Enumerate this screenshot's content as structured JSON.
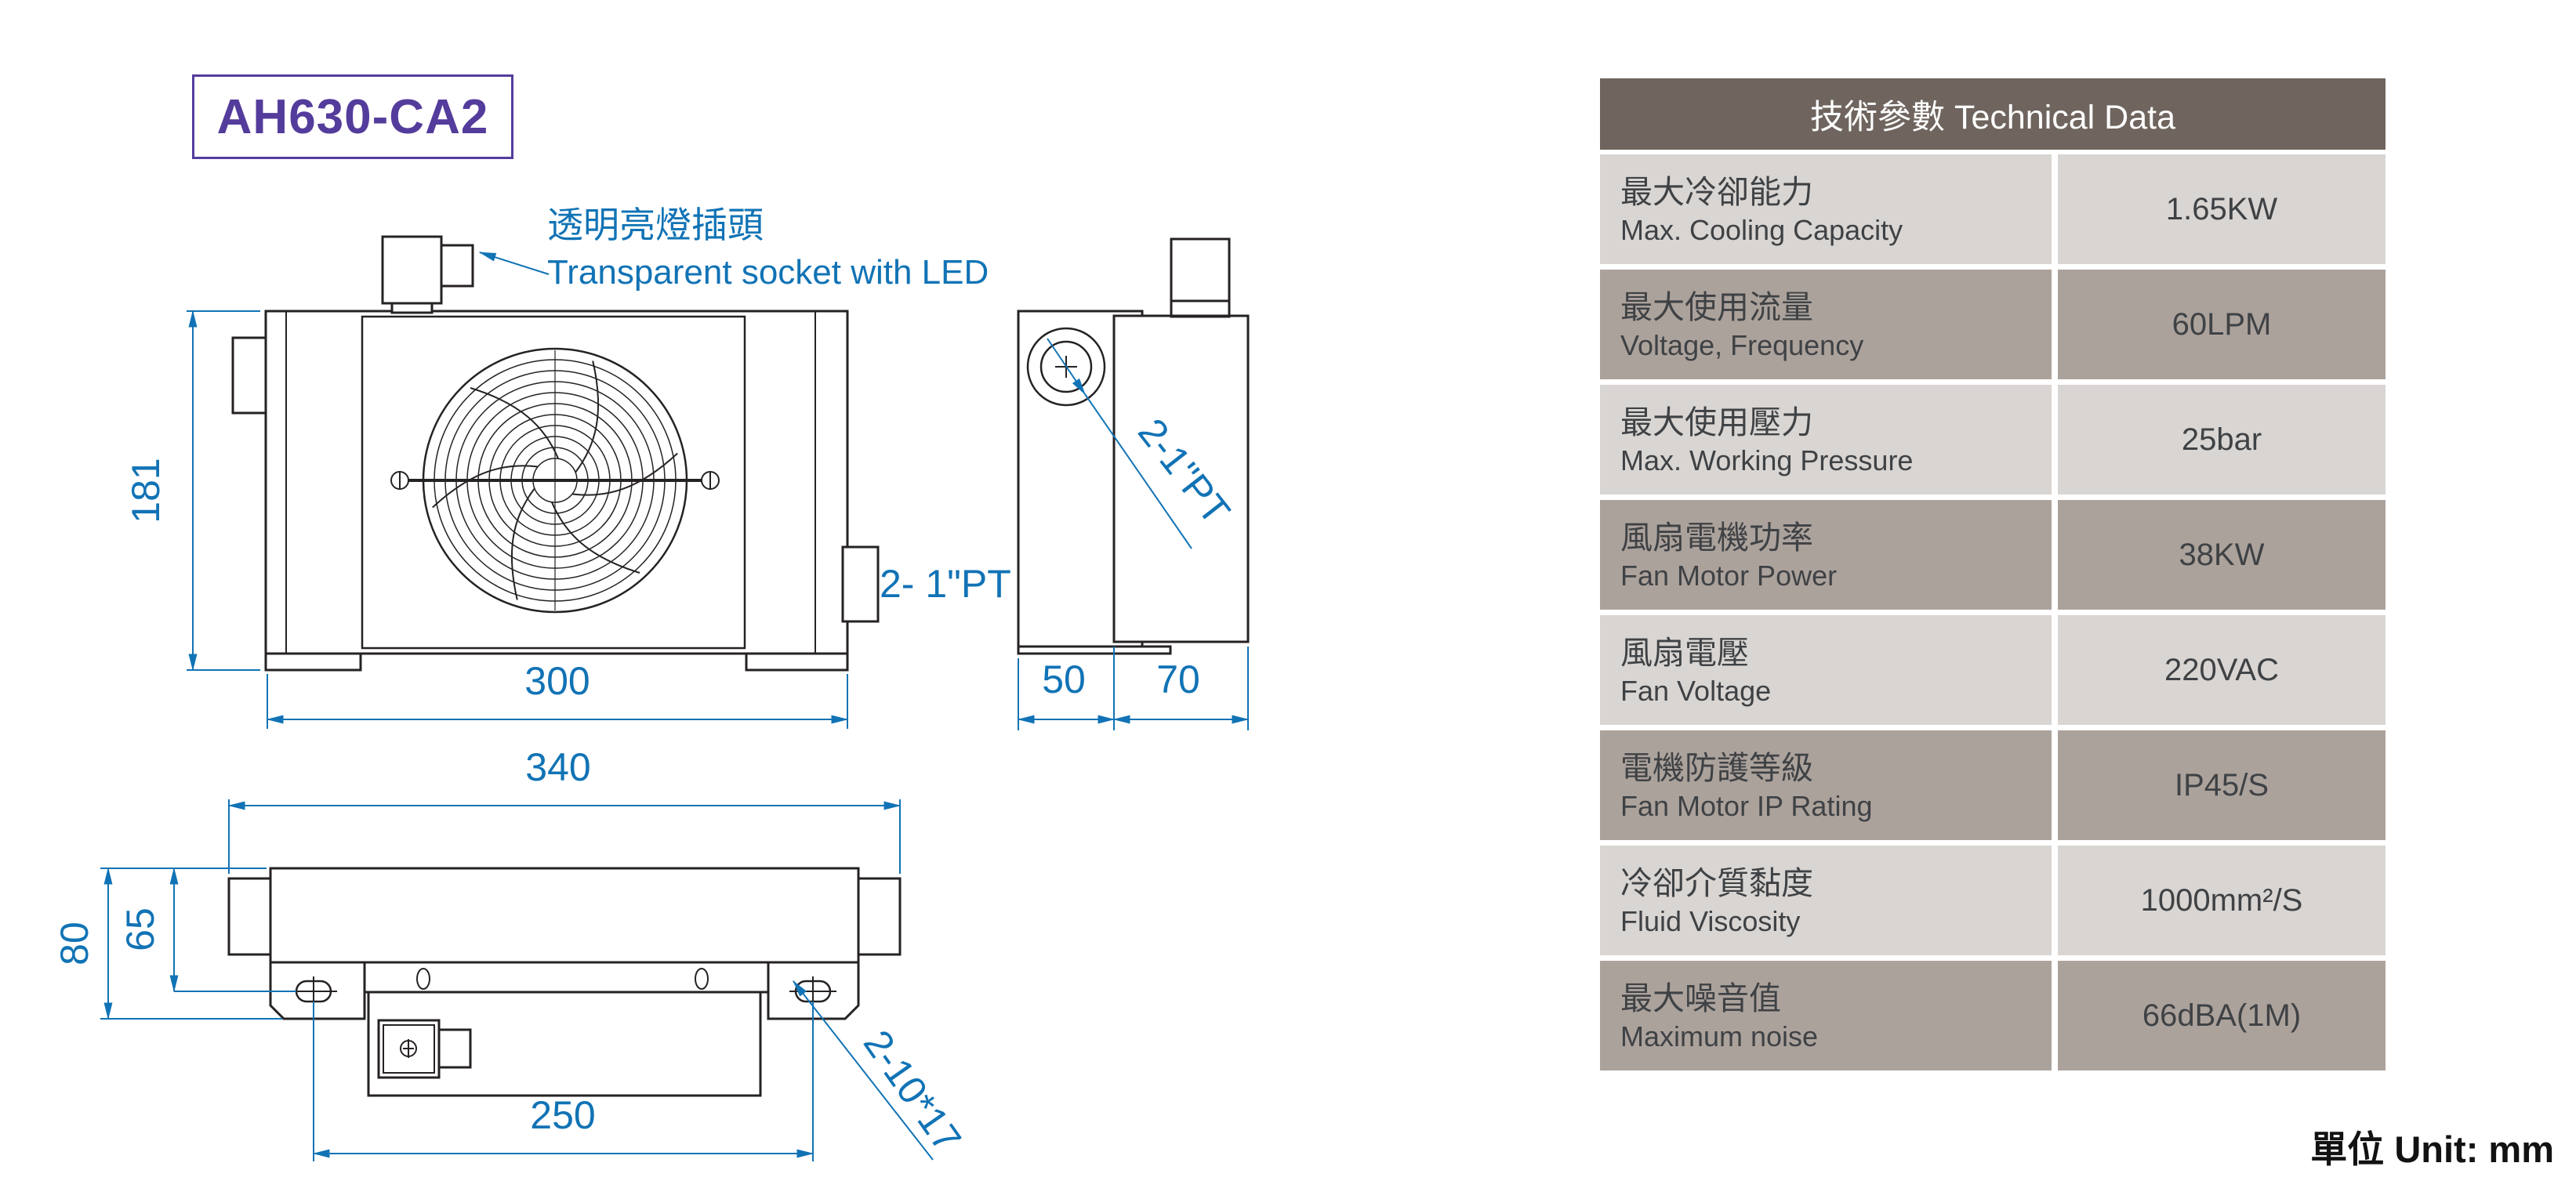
{
  "title": "AH630-CA2",
  "unit_note": "單位 Unit: mm",
  "annotation": {
    "zh": "透明亮燈插頭",
    "en": "Transparent socket with LED"
  },
  "drawing": {
    "front_view": {
      "height_dim": "181",
      "width_dim": "300",
      "port_label": "2- 1\"PT"
    },
    "side_view": {
      "fan_depth_dim": "50",
      "core_depth_dim": "70",
      "port_label": "2-1\"PT"
    },
    "bottom_view": {
      "width_dim": "340",
      "depth_dim": "80",
      "slot_center_dim": "65",
      "mount_span_dim": "250",
      "slot_label": "2-10*17"
    }
  },
  "table": {
    "header": "技術參數 Technical Data",
    "rows": [
      {
        "zh": "最大冷卻能力",
        "en": "Max. Cooling Capacity",
        "value": "1.65KW"
      },
      {
        "zh": "最大使用流量",
        "en": "Voltage, Frequency",
        "value": "60LPM"
      },
      {
        "zh": "最大使用壓力",
        "en": "Max. Working Pressure",
        "value": "25bar"
      },
      {
        "zh": "風扇電機功率",
        "en": "Fan Motor Power",
        "value": "38KW"
      },
      {
        "zh": "風扇電壓",
        "en": "Fan Voltage",
        "value": "220VAC"
      },
      {
        "zh": "電機防護等級",
        "en": "Fan Motor IP Rating",
        "value": "IP45/S"
      },
      {
        "zh": "冷卻介質黏度",
        "en": "Fluid Viscosity",
        "value": "1000mm²/S"
      },
      {
        "zh": "最大噪音值",
        "en": "Maximum noise",
        "value": "66dBA(1M)"
      }
    ]
  },
  "colors": {
    "dimension_blue": "#1173b5",
    "title_purple": "#543c9c",
    "table_header_bg": "#6f655e",
    "row_light_bg": "#d9d5d2",
    "row_dark_bg": "#aca29c",
    "table_text": "#3f4245",
    "drawing_line": "#262223"
  }
}
